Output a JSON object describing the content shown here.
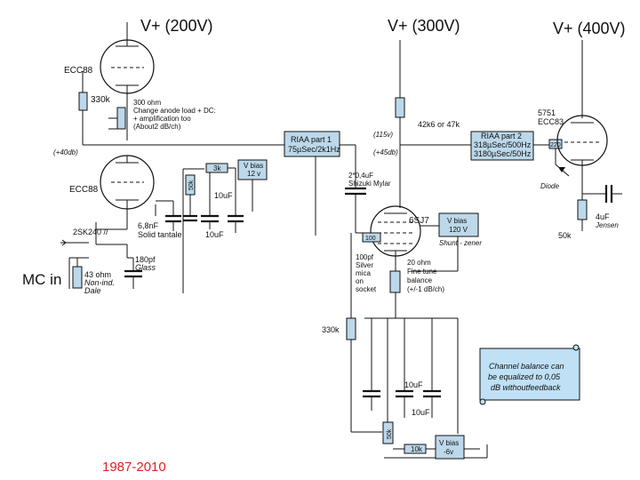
{
  "rails": {
    "v200": "V+ (200V)",
    "v300": "V+ (300V)",
    "v400": "V+ (400V)"
  },
  "tubes": {
    "ecc88_top": "ECC88",
    "ecc88_bottom": "ECC88",
    "sj7": "6SJ7",
    "ecc83_line1": "5751",
    "ecc83_line2": "ECC83"
  },
  "annotations": {
    "plus40db": "(+40db)",
    "plus45db": "(+45db)",
    "v115": "(115v)",
    "mc_in": "MC in",
    "years": "1987-2010",
    "diode": "Diode",
    "note_300ohm_1": "300 ohm",
    "note_300ohm_2": "Change anode load + DC:",
    "note_300ohm_3": "+ amplification too",
    "note_300ohm_4": "(About2 dB/ch)",
    "jfet": "2SK240 //",
    "r43_1": "43 ohm",
    "r43_2": "Non-ind.",
    "r43_3": "Dale",
    "c68_1": "6,8nF",
    "c68_2": "Solid tantale",
    "c180_1": "180pf",
    "c180_2": "Glass",
    "c10uf_a": "10uF",
    "c10uf_b": "10uF",
    "c10uf_c": "10uF",
    "cap_shizuki_1": "2*0,4uF",
    "cap_shizuki_2": "Shizuki Mylar",
    "silver_1": "100pf",
    "silver_2": "Silver",
    "silver_3": "mica",
    "silver_4": "on",
    "silver_5": "socket",
    "fine_1": "20 ohm",
    "fine_2": "Fine tune",
    "fine_3": "balance",
    "fine_4": "(+/-1 dB/ch)",
    "r42k": "42k6 or 47k",
    "r330k_a": "330k",
    "r330k_b": "330k",
    "r50k": "50k",
    "c4uf_1": "4uF",
    "c4uf_2": "Jensen",
    "shunt": "Shunt - zener"
  },
  "components": {
    "r3k": "3k",
    "r50k_a": "50k",
    "r50k_b": "50k",
    "r10k": "10k",
    "r100": "100",
    "r220": "220"
  },
  "boxes": {
    "riaa1_line1": "RIAA part 1",
    "riaa1_line2": "75µSec/2k1Hz",
    "riaa2_line1": "RIAA part 2",
    "riaa2_line2": "318µSec/500Hz",
    "riaa2_line3": "3180µSec/50Hz",
    "vbias12_line1": "V bias",
    "vbias12_line2": "12 v",
    "vbias120_line1": "V bias",
    "vbias120_line2": "120 V",
    "vbias6_line1": "V bias",
    "vbias6_line2": "-6v"
  },
  "scroll_note": {
    "line1": "Channel balance can",
    "line2": "be equalized to 0,05",
    "line3": "dB withoutfeedback"
  },
  "colors": {
    "component_fill": "#bcd8ea",
    "note_fill": "#bfe0f5",
    "year_red": "#e02020"
  }
}
